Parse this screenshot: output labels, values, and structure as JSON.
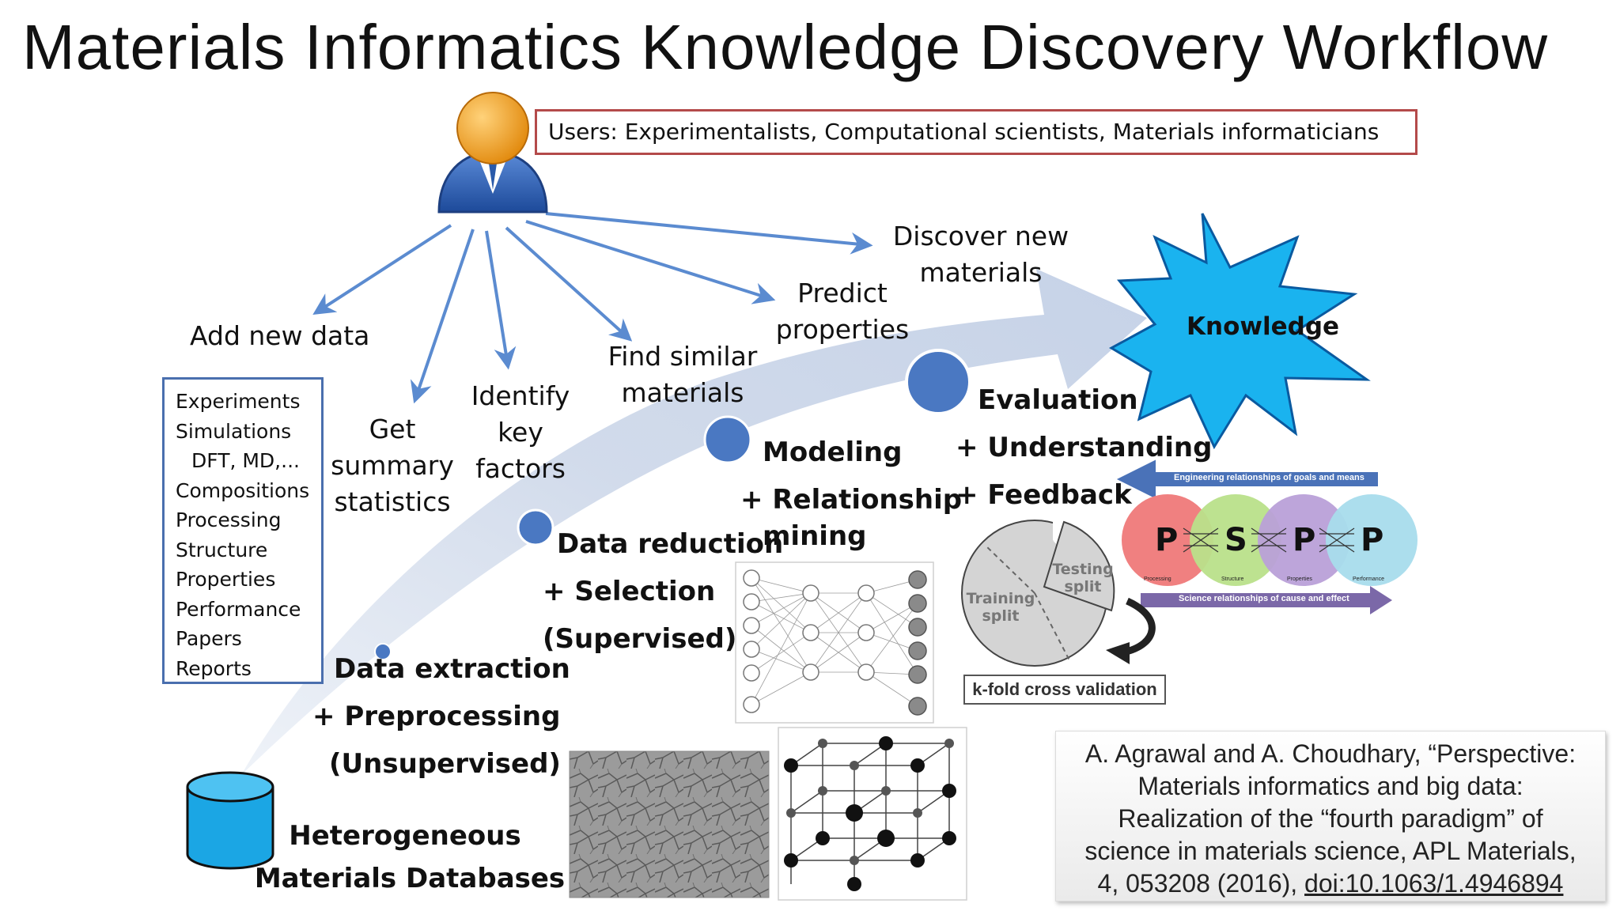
{
  "title": "Materials Informatics Knowledge Discovery Workflow",
  "users_box": "Users: Experimentalists, Computational scientists, Materials informaticians",
  "user_tasks": {
    "add_new_data": "Add new data",
    "summary_stats": [
      "Get",
      "summary",
      "statistics"
    ],
    "key_factors": [
      "Identify",
      "key",
      "factors"
    ],
    "similar_materials": [
      "Find similar",
      "materials"
    ],
    "predict_properties": [
      "Predict",
      "properties"
    ],
    "discover_materials": [
      "Discover new",
      "materials"
    ]
  },
  "data_sources": [
    "Experiments",
    "Simulations",
    "DFT, MD,...",
    "Compositions",
    "Processing",
    "Structure",
    "Properties",
    "Performance",
    "Papers",
    "Reports"
  ],
  "stages": {
    "extraction": [
      "Data extraction",
      "+ Preprocessing",
      "(Unsupervised)"
    ],
    "reduction": [
      "Data reduction",
      "+ Selection",
      "(Supervised)"
    ],
    "modeling": [
      "Modeling",
      "+ Relationship",
      "mining"
    ],
    "evaluation": [
      "Evaluation",
      "+ Understanding",
      "+ Feedback"
    ]
  },
  "database": [
    "Heterogeneous",
    "Materials Databases"
  ],
  "knowledge": "Knowledge",
  "psp": {
    "letters": [
      "P",
      "S",
      "P",
      "P"
    ],
    "captions": [
      "Processing",
      "Structure",
      "Properties",
      "Performance"
    ],
    "top_arrow": "Engineering relationships of goals and means",
    "bottom_arrow": "Science relationships of cause and effect",
    "colors": [
      "#f08080",
      "#b9e08a",
      "#b9a0d8",
      "#a8dcec"
    ]
  },
  "kfold": {
    "training": [
      "Training",
      "split"
    ],
    "testing": [
      "Testing",
      "split"
    ],
    "label": "k-fold cross validation"
  },
  "citation": {
    "lines": [
      "A. Agrawal and A. Choudhary, “Perspective:",
      "Materials informatics and big data:",
      "Realization of the “fourth paradigm” of",
      "science in materials science, APL Materials,",
      "4, 053208 (2016), "
    ],
    "doi": "doi:10.1063/1.4946894"
  },
  "colors": {
    "workflow_arrow": "#cdd8ea",
    "node_blue": "#4a78c2",
    "star": "#1ab3ef",
    "cylinder": "#1ba6e4",
    "arrow_blue": "#5b8bd0",
    "users_border": "#b44a4a"
  }
}
